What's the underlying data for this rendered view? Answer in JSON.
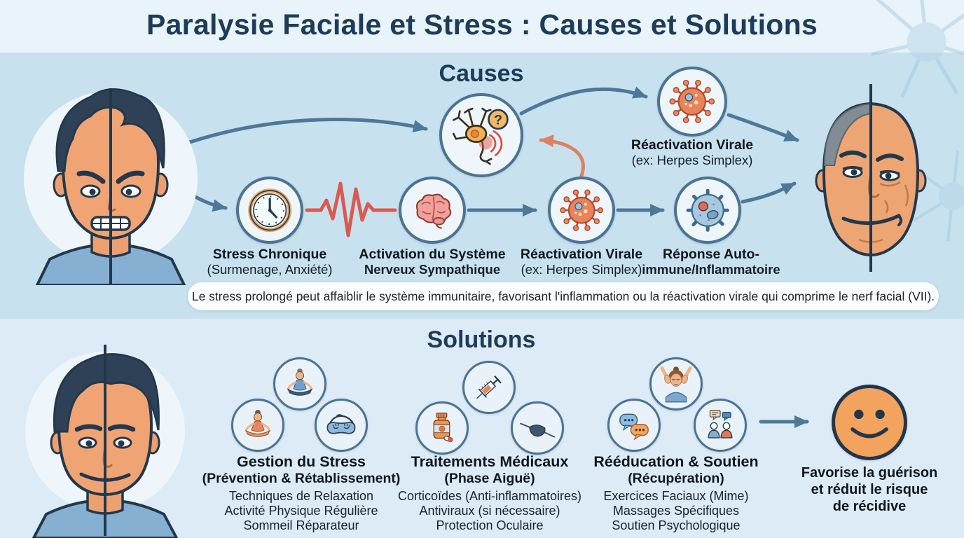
{
  "title": "Paralysie Faciale et Stress : Causes et Solutions",
  "causes": {
    "heading": "Causes",
    "nerve_badge": "?",
    "nerve_icon": "facial-nerve-question-icon",
    "top_node": {
      "icon": "virus-icon",
      "line1": "Réactivation Virale",
      "line2": "(ex: Herpes Simplex)"
    },
    "row": [
      {
        "icon": "clock-icon",
        "line1": "Stress Chronique",
        "line2": "(Surmenage, Anxiété)"
      },
      {
        "icon": "brain-icon",
        "line1": "Activation du Système",
        "line2": "Nerveux Sympathique"
      },
      {
        "icon": "virus-icon",
        "line1": "Réactivation Virale",
        "line2": "(ex: Herpes Simplex)"
      },
      {
        "icon": "immune-cell-icon",
        "line1": "Réponse Auto-",
        "line2": "immune/Inflammatoire"
      }
    ],
    "note": "Le stress prolongé peut affaiblir le système immunitaire, favorisant l'inflammation ou la réactivation virale qui comprime le nerf facial (VII)."
  },
  "solutions": {
    "heading": "Solutions",
    "groups": [
      {
        "title": "Gestion du Stress",
        "subtitle": "(Prévention & Rétablissement)",
        "items": [
          "Techniques de Relaxation",
          "Activité Physique Régulière",
          "Sommeil Réparateur"
        ],
        "icons": [
          "meditation-icon",
          "yoga-pose-icon",
          "sleep-mask-icon"
        ]
      },
      {
        "title": "Traitements Médicaux",
        "subtitle": "(Phase Aiguë)",
        "items": [
          "Corticoïdes (Anti-inflammatoires)",
          "Antiviraux (si nécessaire)",
          "Protection Oculaire"
        ],
        "icons": [
          "syringe-icon",
          "medicine-bottle-icon",
          "eye-patch-icon"
        ]
      },
      {
        "title": "Rééducation & Soutien",
        "subtitle": "(Récupération)",
        "items": [
          "Exercices Faciaux (Mime)",
          "Massages Spécifiques",
          "Soutien Psychologique"
        ],
        "icons": [
          "facial-massage-icon",
          "chat-bubbles-icon",
          "support-group-icon"
        ]
      }
    ],
    "outcome": {
      "icon": "smiley-icon",
      "line1": "Favorise la guérison",
      "line2": "et réduit le risque",
      "line3": "de récidive"
    }
  },
  "colors": {
    "header_bg": "#e9f3fa",
    "causes_bg": "#c8e1ef",
    "solutions_bg": "#dcebf6",
    "heading_text": "#1d3c5a",
    "node_border": "#4b7394",
    "arrow_blue": "#4e7897",
    "arrow_orange": "#dc8263",
    "ecg_red": "#d85a50",
    "smiley_fill": "#f2a35e",
    "note_bg": "#ffffff"
  }
}
